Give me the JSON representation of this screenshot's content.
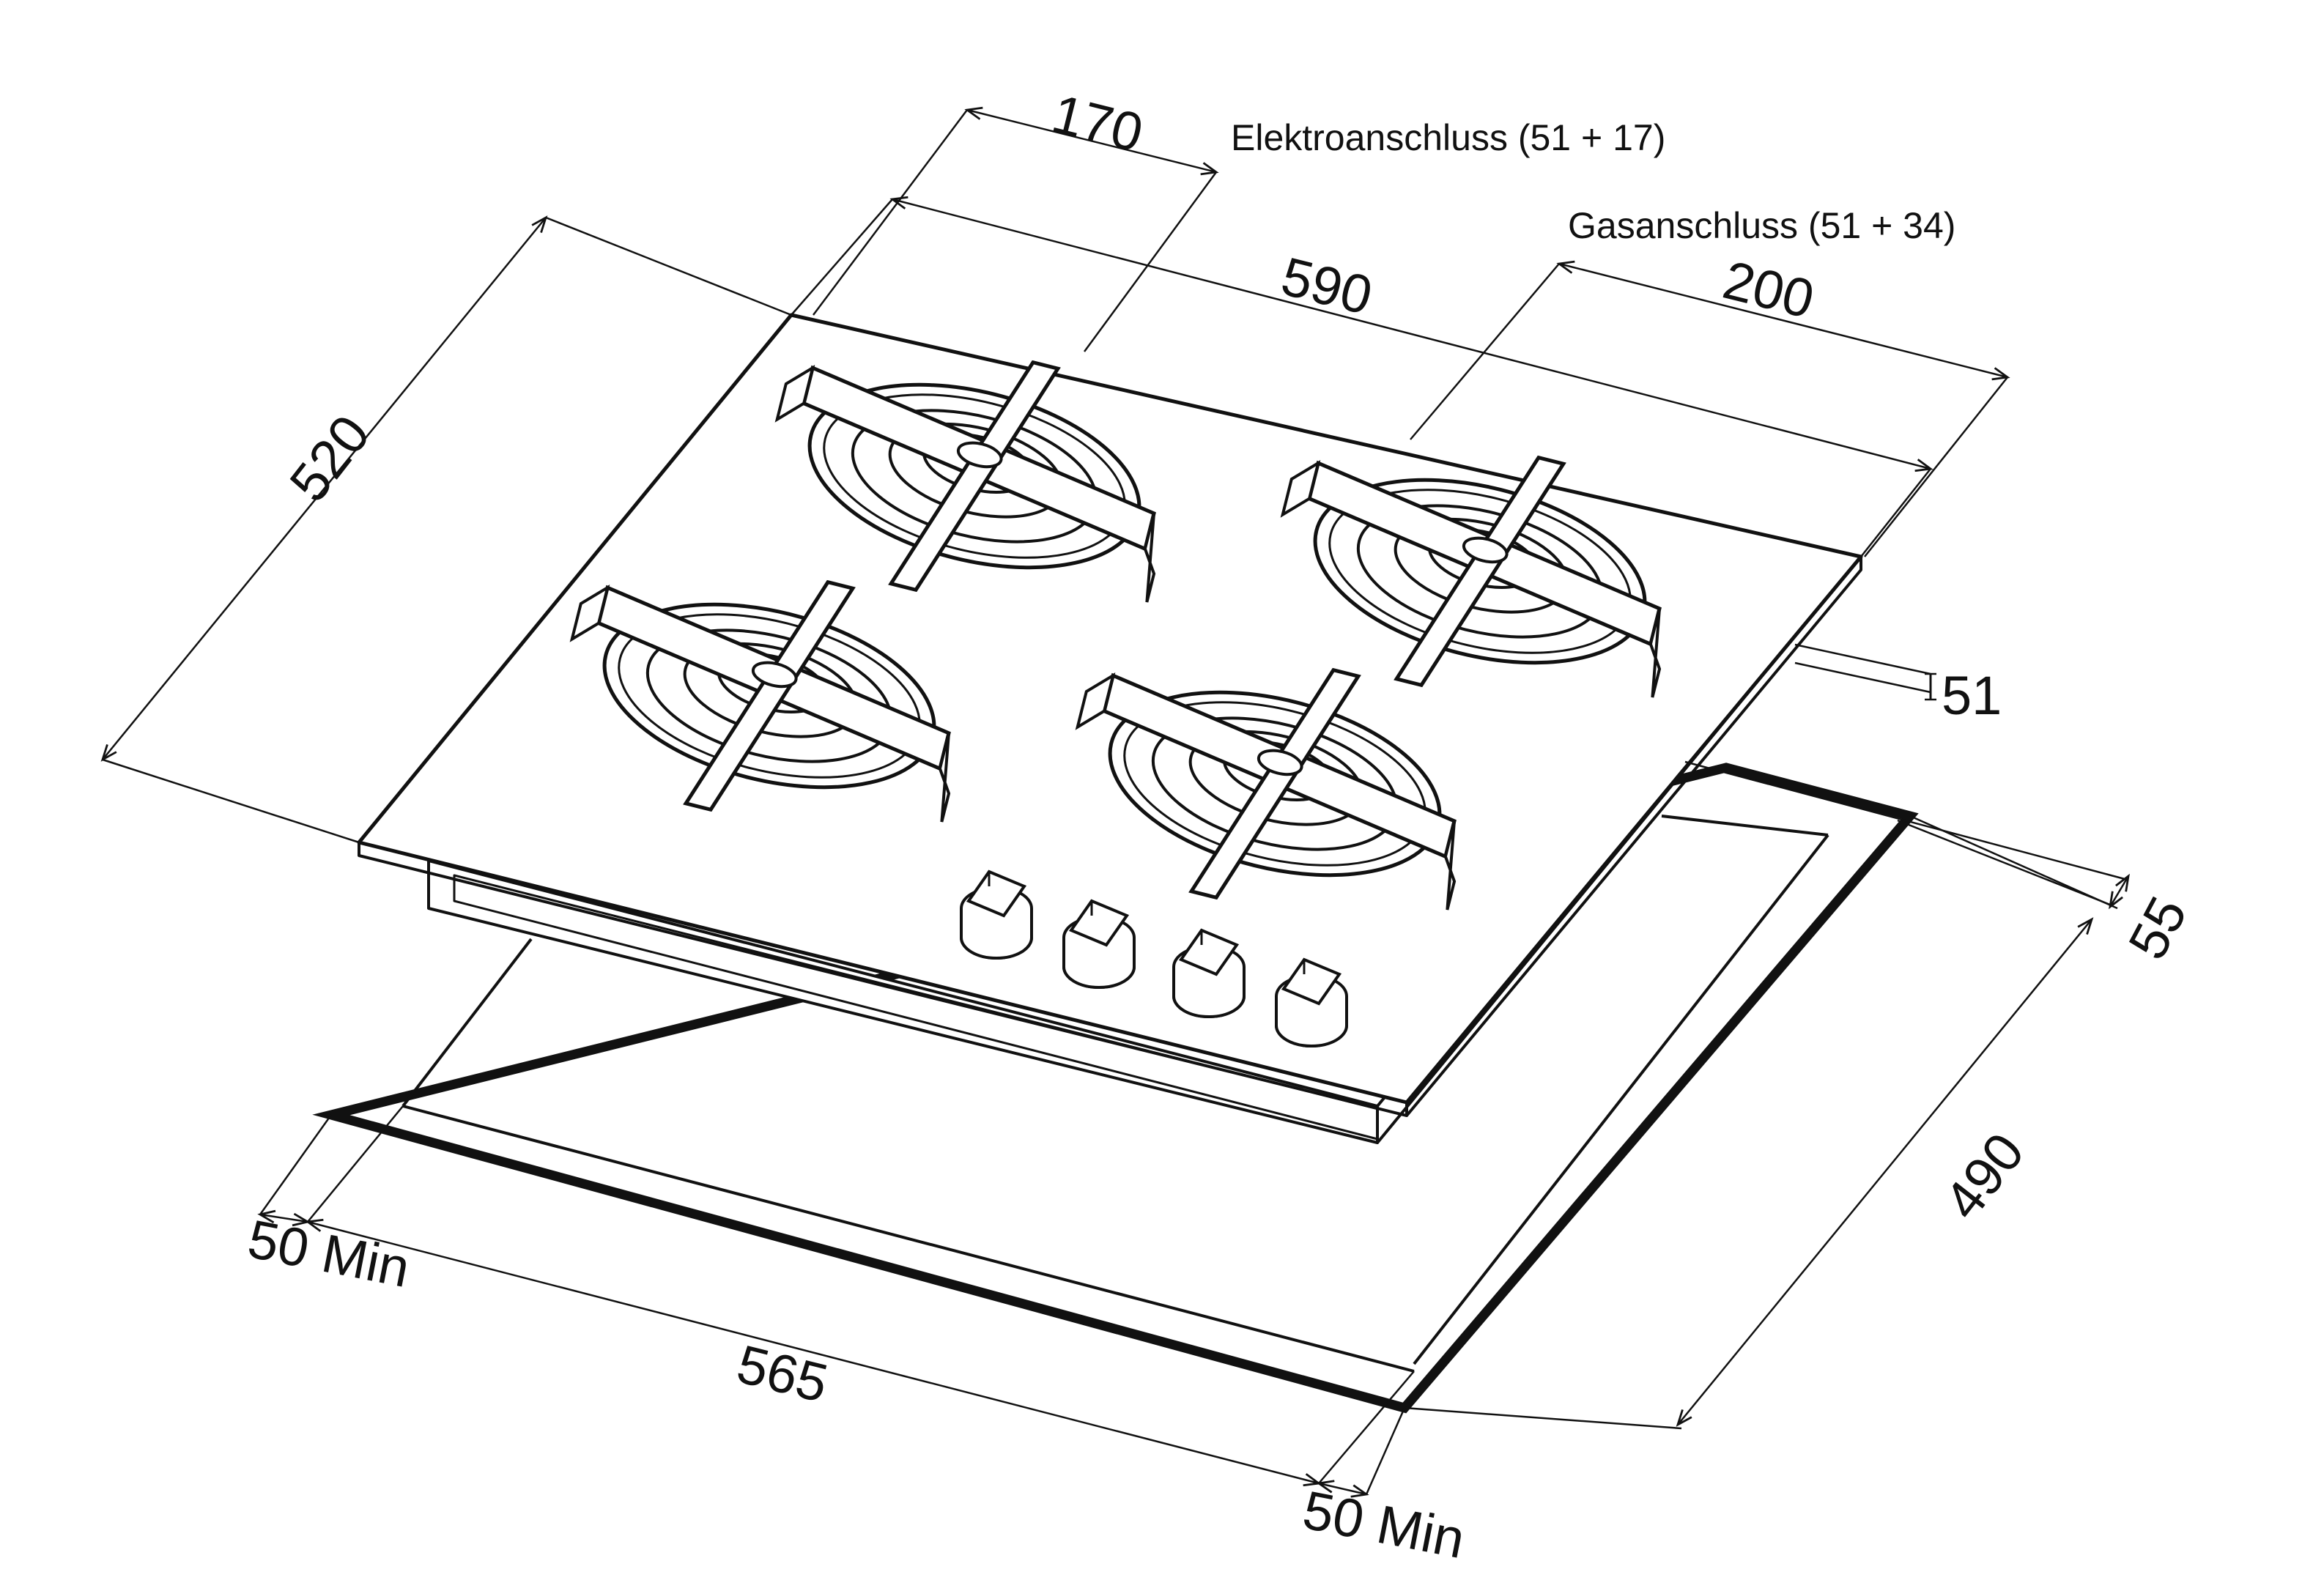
{
  "diagram": {
    "colors": {
      "line": "#111111",
      "background": "#ffffff"
    },
    "labels": {
      "electrical_connection": "Elektroanschluss (51 + 17)",
      "gas_connection": "Gasanschluss (51 + 34)"
    },
    "dimensions": {
      "electrical_offset": "170",
      "width": "590",
      "gas_offset": "200",
      "depth": "520",
      "connection_height": "51",
      "built_in_depth": "55",
      "cutout_depth": "490",
      "cutout_width": "565",
      "min_clearance_left": "50 Min",
      "min_clearance_front": "50 Min"
    },
    "parts": {
      "burners": 4,
      "knobs": 4
    }
  }
}
